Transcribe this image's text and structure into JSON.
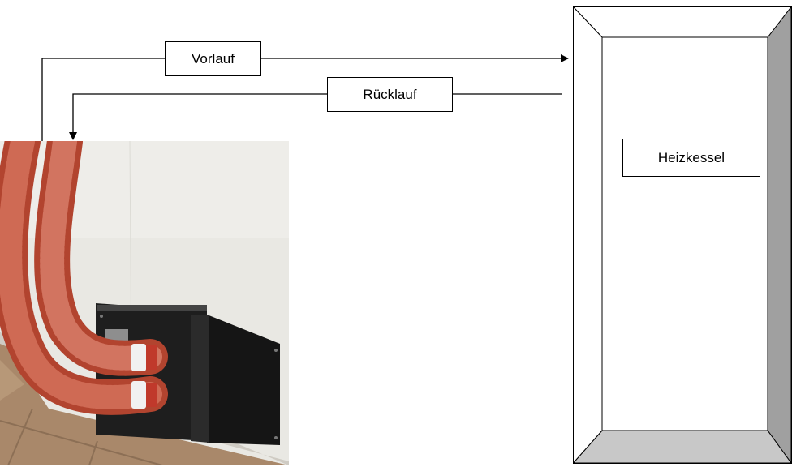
{
  "flow_label": "Vorlauf",
  "return_label": "Rücklauf",
  "boiler_label": "Heizkessel",
  "colors": {
    "line": "#000000",
    "boiler_bevel": "#c8c8c8",
    "boiler_bevel_dark": "#a0a0a0",
    "hose": "#c0523e",
    "wall": "#e9e8e3",
    "floor": "#a9886a",
    "panel": "#1e1e1e"
  },
  "photo": {
    "subject": "two red corrugated hoses connected to a black wall-mounted pellet suction unit"
  }
}
